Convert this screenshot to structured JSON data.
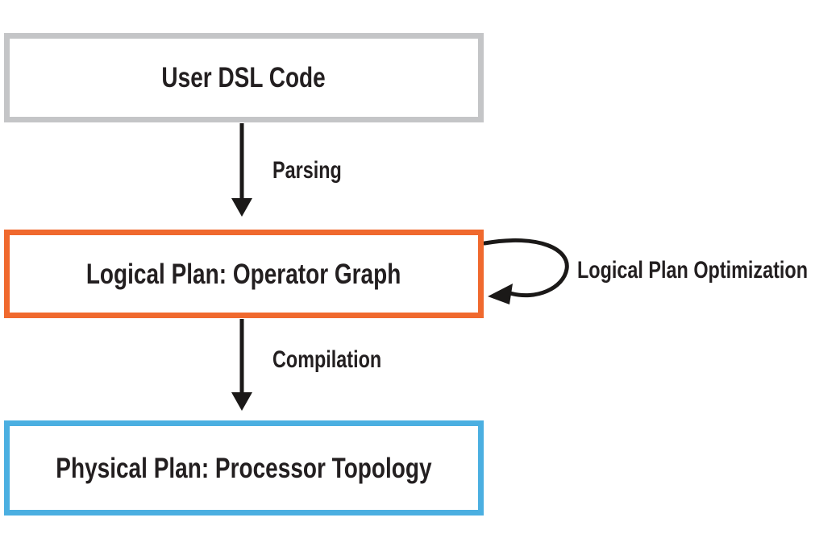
{
  "diagram": {
    "type": "flowchart",
    "nodes": [
      {
        "id": "user-dsl-code",
        "label": "User DSL Code",
        "border_color_key": "gray_border"
      },
      {
        "id": "logical-plan",
        "label": "Logical Plan: Operator Graph",
        "border_color_key": "orange_border"
      },
      {
        "id": "physical-plan",
        "label": "Physical Plan: Processor Topology",
        "border_color_key": "blue_border"
      }
    ],
    "edges": [
      {
        "from": "user-dsl-code",
        "to": "logical-plan",
        "label": "Parsing",
        "type": "straight-down"
      },
      {
        "from": "logical-plan",
        "to": "physical-plan",
        "label": "Compilation",
        "type": "straight-down"
      },
      {
        "from": "logical-plan",
        "to": "logical-plan",
        "label": "Logical Plan Optimization",
        "type": "self-loop-right"
      }
    ],
    "colors": {
      "background": "#ffffff",
      "text": "#231f20",
      "arrow": "#1b1918",
      "gray_border": "#c4c5c7",
      "orange_border": "#f0692e",
      "blue_border": "#4bafe1"
    }
  }
}
